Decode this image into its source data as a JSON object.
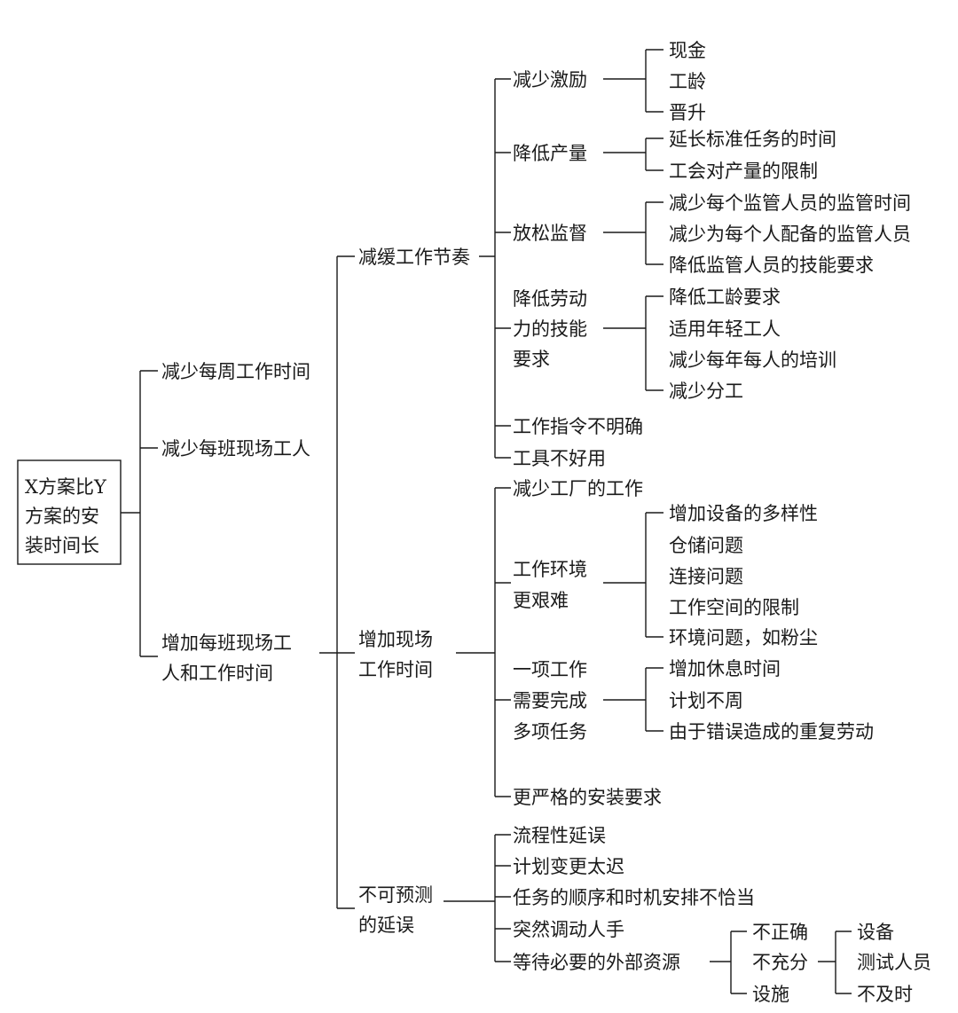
{
  "root": [
    "X方案比Y",
    "方案的安",
    "装时间长"
  ],
  "level1": {
    "weekly_hours": "减少每周工作时间",
    "shift_workers": "减少每班现场工人",
    "increase": [
      "增加每班现场工",
      "人和工作时间"
    ]
  },
  "level2": {
    "slowdown": "减缓工作节奏",
    "onsite_time": [
      "增加现场",
      "工作时间"
    ],
    "delays": [
      "不可预测",
      "的延误"
    ]
  },
  "slowdown_items": {
    "incentive": {
      "label": "减少激励",
      "children": [
        "现金",
        "工龄",
        "晋升"
      ]
    },
    "output": {
      "label": "降低产量",
      "children": [
        "延长标准任务的时间",
        "工会对产量的限制"
      ]
    },
    "supervision": {
      "label": "放松监督",
      "children": [
        "减少每个监管人员的监管时间",
        "减少为每个人配备的监管人员",
        "降低监管人员的技能要求"
      ]
    },
    "skill": {
      "label": [
        "降低劳动",
        "力的技能",
        "要求"
      ],
      "children": [
        "降低工龄要求",
        "适用年轻工人",
        "减少每年每人的培训",
        "减少分工"
      ]
    },
    "unclear": "工作指令不明确",
    "tools": "工具不好用"
  },
  "onsite_items": {
    "factory": "减少工厂的工作",
    "environment": {
      "label": [
        "工作环境",
        "更艰难"
      ],
      "children": [
        "增加设备的多样性",
        "仓储问题",
        "连接问题",
        "工作空间的限制",
        "环境问题，如粉尘"
      ]
    },
    "multitask": {
      "label": [
        "一项工作",
        "需要完成",
        "多项任务"
      ],
      "children": [
        "增加休息时间",
        "计划不周",
        "由于错误造成的重复劳动"
      ]
    },
    "strict": "更严格的安装要求"
  },
  "delay_items": {
    "process": "流程性延误",
    "plan_change": "计划变更太迟",
    "sequence": "任务的顺序和时机安排不恰当",
    "redeploy": "突然调动人手",
    "waiting": "等待必要的外部资源",
    "waiting_quality": [
      "不正确",
      "不充分",
      "设施"
    ],
    "waiting_types": [
      "设备",
      "测试人员",
      "不及时"
    ]
  }
}
